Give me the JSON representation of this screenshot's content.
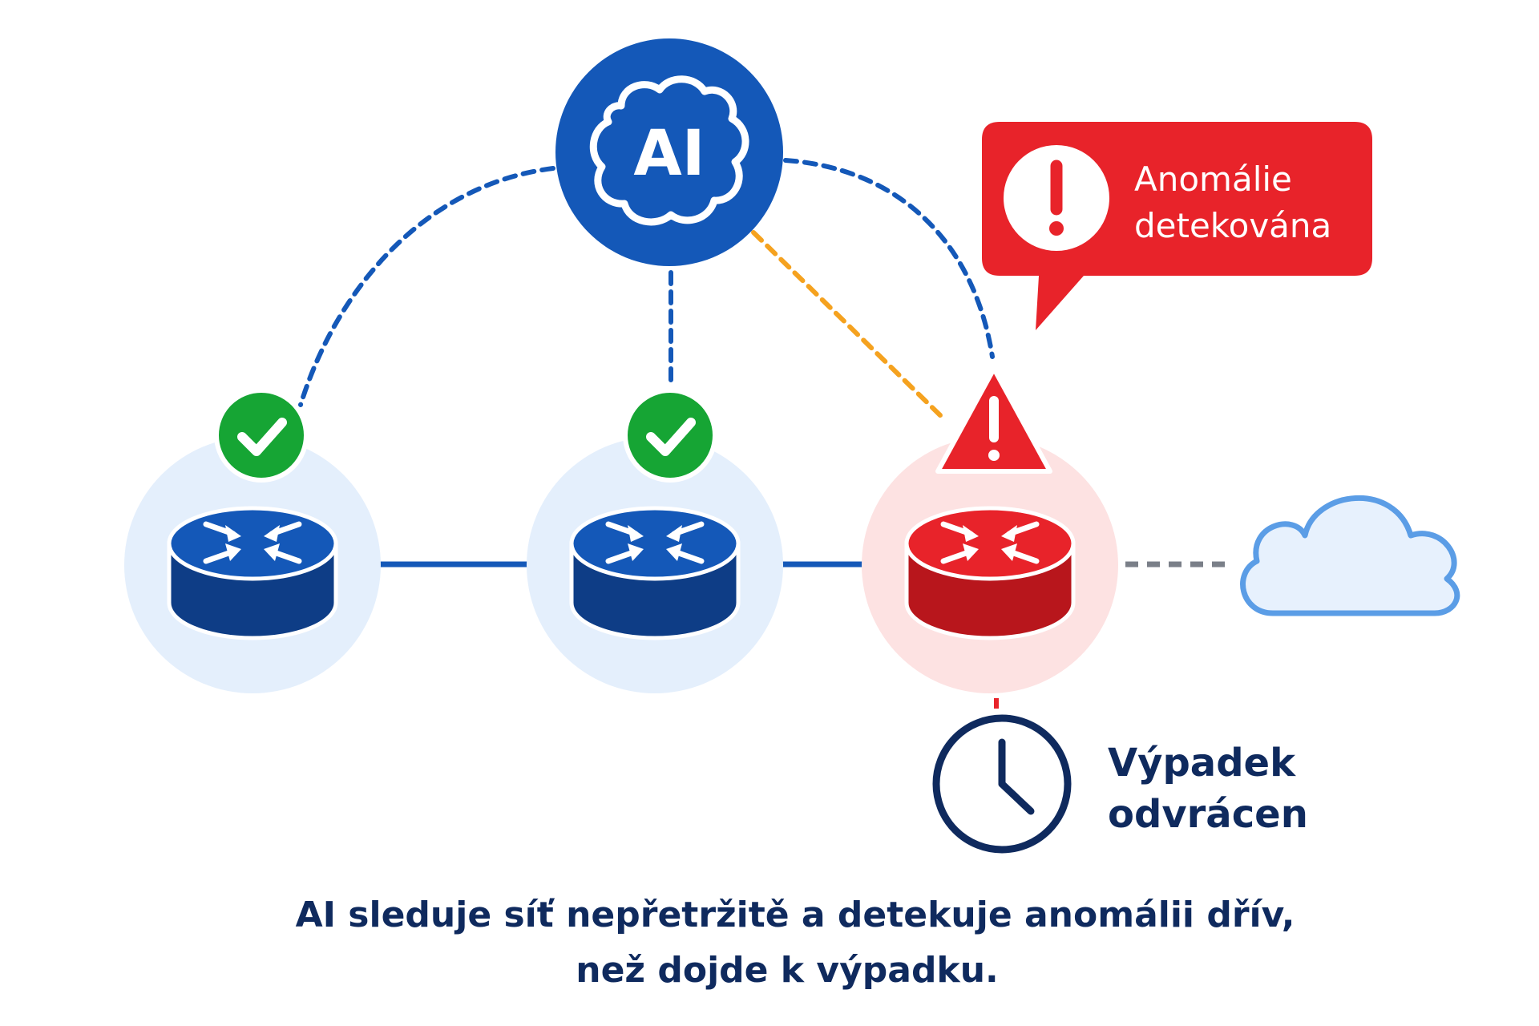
{
  "ai_node": {
    "label": "AI"
  },
  "anomaly_callout": {
    "line1": "Anomálie",
    "line2": "detekována"
  },
  "outage": {
    "line1": "Výpadek",
    "line2": "odvrácen"
  },
  "caption": {
    "line1": "AI sleduje síť nepřetržitě a detekuje anomálii dřív,",
    "line2": "než dojde k výpadku."
  },
  "icons": {
    "ai": "brain-icon",
    "ok_status": "check-circle-icon",
    "warning_status": "warning-triangle-icon",
    "alert": "exclamation-icon",
    "clock": "clock-icon",
    "cloud": "cloud-icon",
    "router": "router-icon"
  },
  "colors": {
    "primary_blue": "#1458b8",
    "dark_navy": "#0f2a5e",
    "router_blue": "#0e3d86",
    "alert_red": "#e8232a",
    "router_red": "#d81f26",
    "ok_green": "#16a534",
    "warning_orange": "#f5a21f",
    "halo_blue": "#e4effc",
    "halo_red": "#fde2e2",
    "cloud_fill": "#e7f1fd",
    "cloud_stroke": "#5b9de6",
    "neutral_gray": "#7a7f88"
  }
}
